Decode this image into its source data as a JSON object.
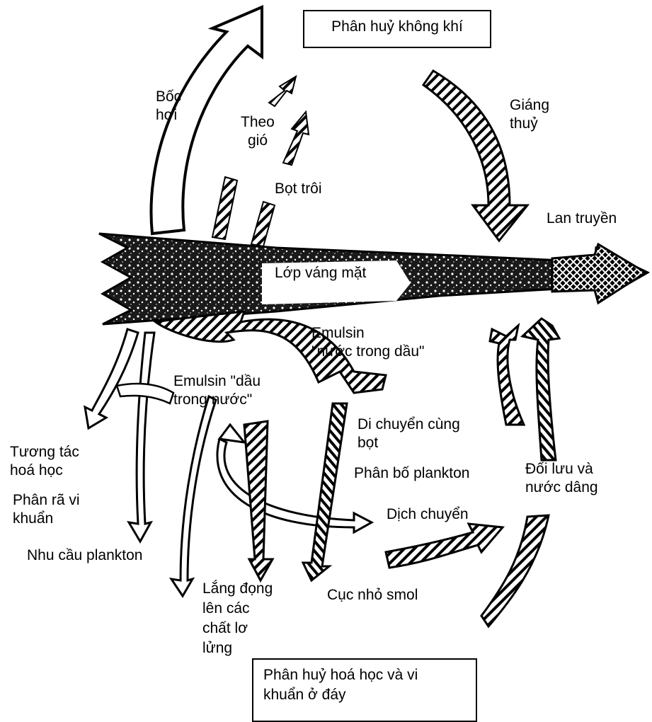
{
  "colors": {
    "ink": "#000000",
    "paper": "#ffffff"
  },
  "boxes": {
    "top": "Phân huỷ không khí",
    "bottom_line1": "Phân huỷ hoá học và vi",
    "bottom_line2": "khuẩn ở đáy"
  },
  "labels": {
    "evaporation_1": "Bốc",
    "evaporation_2": "hơi",
    "wind_1": "Theo",
    "wind_2": "gió",
    "spray": "Bọt trôi",
    "precipitation_1": "Giáng",
    "precipitation_2": "thuỷ",
    "spreading": "Lan truyền",
    "surface_slick": "Lớp váng mặt",
    "emulsion_wo_1": "Emulsin",
    "emulsion_wo_2": "\"nước trong dầu\"",
    "emulsion_ow_1": "Emulsin \"dầu",
    "emulsion_ow_2": "trong nước\"",
    "foam_move_1": "Di chuyển cùng",
    "foam_move_2": "bọt",
    "chem_interaction_1": "Tương tác",
    "chem_interaction_2": "hoá học",
    "plankton_distribution": "Phân bố plankton",
    "bacterial_decay_1": "Phân rã vi",
    "bacterial_decay_2": "khuẩn",
    "convection_1": "Đối lưu và",
    "convection_2": "nước dâng",
    "drift": "Dịch chuyển",
    "plankton_demand": "Nhu cầu plankton",
    "sedimentation_1": "Lắng đọng",
    "sedimentation_2": "lên các",
    "sedimentation_3": "chất lơ",
    "sedimentation_4": "lửng",
    "tar_balls": "Cục nhỏ smol"
  }
}
